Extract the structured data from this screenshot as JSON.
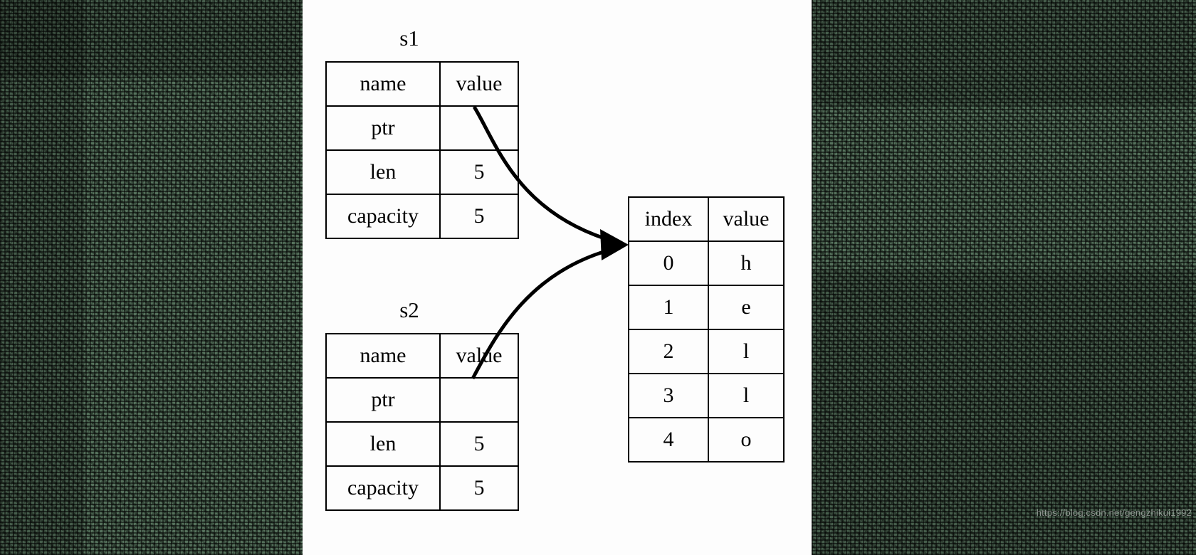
{
  "figure": {
    "title_s1": "s1",
    "title_s2": "s2"
  },
  "struct_s1": {
    "caption": "s1",
    "headers": [
      "name",
      "value"
    ],
    "rows": [
      {
        "name": "ptr",
        "value": ""
      },
      {
        "name": "len",
        "value": "5"
      },
      {
        "name": "capacity",
        "value": "5"
      }
    ]
  },
  "struct_s2": {
    "caption": "s2",
    "headers": [
      "name",
      "value"
    ],
    "rows": [
      {
        "name": "ptr",
        "value": ""
      },
      {
        "name": "len",
        "value": "5"
      },
      {
        "name": "capacity",
        "value": "5"
      }
    ]
  },
  "heap": {
    "headers": [
      "index",
      "value"
    ],
    "rows": [
      {
        "index": "0",
        "value": "h"
      },
      {
        "index": "1",
        "value": "e"
      },
      {
        "index": "2",
        "value": "l"
      },
      {
        "index": "3",
        "value": "l"
      },
      {
        "index": "4",
        "value": "o"
      }
    ]
  },
  "arrows": [
    {
      "from": "s1.ptr",
      "to": "heap.row0",
      "style": "curved-arrow"
    },
    {
      "from": "s2.ptr",
      "to": "heap.row0",
      "style": "curved-arrow"
    }
  ],
  "watermark": {
    "text": "https://blog.csdn.net/gengzhikui1992"
  },
  "colors": {
    "panel_background": "#4e6b55",
    "diagram_background": "#fdfdfd",
    "stroke": "#000000",
    "watermark": "#e1e8e3"
  }
}
